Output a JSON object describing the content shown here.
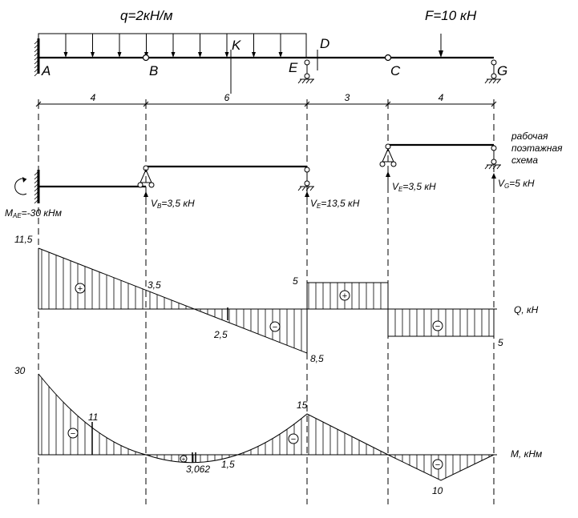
{
  "loads": {
    "q": "q=2кН/м",
    "F": "F=10 кН"
  },
  "points": {
    "A": "A",
    "B": "B",
    "K": "K",
    "E": "E",
    "D": "D",
    "C": "C",
    "G": "G"
  },
  "spans": [
    "4",
    "6",
    "3",
    "4"
  ],
  "floor_scheme": {
    "caption_lines": [
      "рабочая",
      "поэтажная",
      "схема"
    ]
  },
  "reactions": {
    "MAE": {
      "main": "M",
      "sub": "AE",
      "rest": "=-30 кНм"
    },
    "VB": {
      "main": "V",
      "sub": "B",
      "rest": "=3,5 кН"
    },
    "VE1": {
      "main": "V",
      "sub": "E",
      "rest": "=13,5 кН"
    },
    "VE2": {
      "main": "V",
      "sub": "E",
      "rest": "=3,5 кН"
    },
    "VG": {
      "main": "V",
      "sub": "G",
      "rest": "=5 кН"
    }
  },
  "diagram_q": {
    "label": "Q, кН",
    "values": {
      "v1": "11,5",
      "v2": "3,5",
      "v3": "2,5",
      "v4": "8,5",
      "v5": "5",
      "v6": "5"
    }
  },
  "diagram_m": {
    "label": "M, кНм",
    "values": {
      "v1": "30",
      "v2": "11",
      "v3": "3,062",
      "v4": "1,5",
      "v5": "15",
      "v6": "10"
    }
  },
  "signs": {
    "plus": "+",
    "minus": "−"
  }
}
